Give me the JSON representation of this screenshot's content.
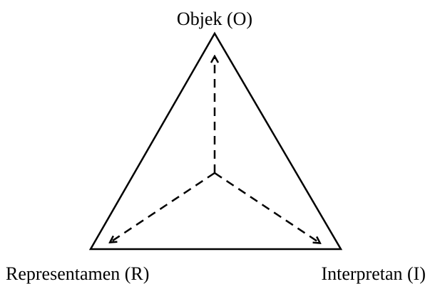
{
  "labels": {
    "top": "Objek (O)",
    "bottom_left": "Representamen (R)",
    "bottom_right": "Interpretan (I)"
  },
  "colors": {
    "stroke": "#000000",
    "background": "#ffffff"
  }
}
